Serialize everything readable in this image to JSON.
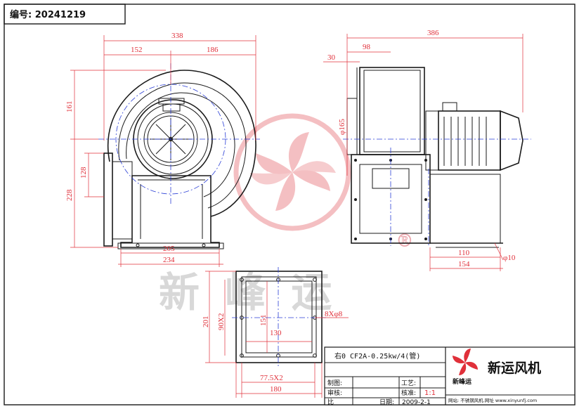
{
  "header": {
    "code_label": "编号: ",
    "code_value": "20241219"
  },
  "watermark": {
    "text": "新 峰 运",
    "registered": "®"
  },
  "dims_front": {
    "overall_width": "338",
    "left_width": "152",
    "right_width": "186",
    "height_top": "161",
    "height_total": "228",
    "outlet_height": "128",
    "base_inner": "205",
    "base_outer": "234"
  },
  "dims_side": {
    "overall_length": "386",
    "d98": "98",
    "d30": "30",
    "diameter": "φ165",
    "base_inner": "110",
    "base_outer": "154",
    "hole": "φ10"
  },
  "dims_flange": {
    "outer_height": "201",
    "hole_spacing_v": "90X2",
    "inner_height": "151",
    "inner_width": "130",
    "holes": "8Xφ8",
    "hole_spacing_h": "77.5X2",
    "outer_width": "180"
  },
  "title_block": {
    "model": "右0 CF2A-0.25kw/4(管)",
    "draw_label": "制图:",
    "review_label": "审核:",
    "craft_label": "工艺:",
    "approve_label": "核准:",
    "scale": "1:1",
    "date_label": "日期:",
    "date": "2009-2-1",
    "footer_left": "比",
    "company": "新运风机",
    "logo_text": "新峰运",
    "website": "网站: 不锈钢风机.网址  www.xinyunfj.com"
  },
  "colors": {
    "dimension": "#e0303a",
    "centerline": "#2b3fd6",
    "outline": "#1a1a1a",
    "watermark": "#e45a60"
  }
}
